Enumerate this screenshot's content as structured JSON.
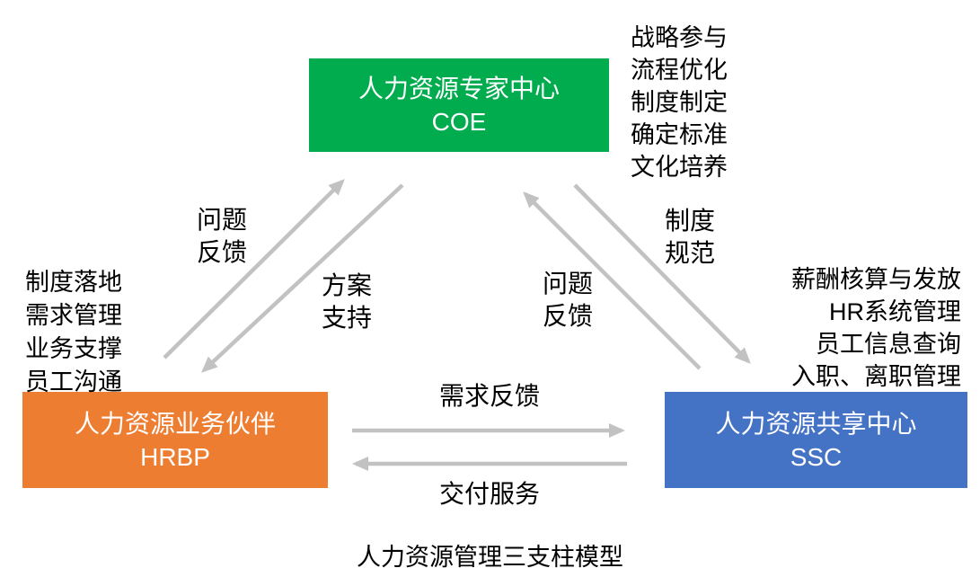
{
  "diagram": {
    "caption": "人力资源管理三支柱模型",
    "arrow_color": "#c2c2c2",
    "nodes": {
      "coe": {
        "name": "人力资源专家中心",
        "abbr": "COE",
        "color": "#00ac4e"
      },
      "hrbp": {
        "name": "人力资源业务伙伴",
        "abbr": "HRBP",
        "color": "#ed7d31"
      },
      "ssc": {
        "name": "人力资源共享中心",
        "abbr": "SSC",
        "color": "#4472c4"
      }
    },
    "function_lists": {
      "coe": [
        "战略参与",
        "流程优化",
        "制度制定",
        "确定标准",
        "文化培养"
      ],
      "hrbp": [
        "制度落地",
        "需求管理",
        "业务支撑",
        "员工沟通"
      ],
      "ssc": [
        "薪酬核算与发放",
        "HR系统管理",
        "员工信息查询",
        "入职、离职管理"
      ]
    },
    "edge_labels": {
      "hrbp_to_coe": [
        "问题",
        "反馈"
      ],
      "coe_to_hrbp": [
        "方案",
        "支持"
      ],
      "ssc_to_coe": [
        "问题",
        "反馈"
      ],
      "coe_to_ssc": [
        "制度",
        "规范"
      ],
      "hrbp_to_ssc": "需求反馈",
      "ssc_to_hrbp": "交付服务"
    }
  }
}
